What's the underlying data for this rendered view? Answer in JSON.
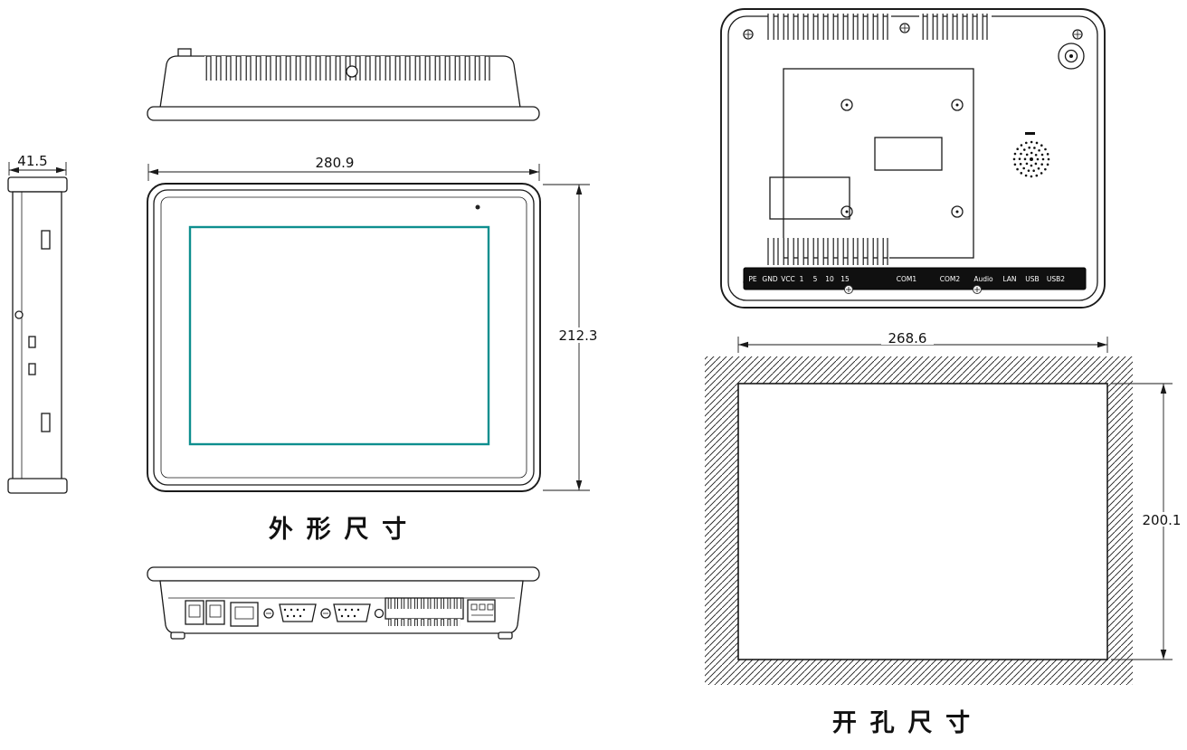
{
  "drawing": {
    "outline_label": "外 形 尺 寸",
    "cutout_label": "开 孔 尺 寸"
  },
  "dimensions": {
    "overall_width_mm": "280.9",
    "overall_height_mm": "212.3",
    "depth_mm": "41.5",
    "cutout_width_mm": "268.6",
    "cutout_height_mm": "200.1"
  },
  "rear_ports": {
    "labels": [
      "PE",
      "GND",
      "VCC",
      "1",
      "5",
      "10",
      "15",
      "COM1",
      "COM2",
      "Audio",
      "LAN",
      "USB",
      "USB2"
    ]
  },
  "colors": {
    "line": "#1a1a1a",
    "screen_border": "#0e8f8f",
    "connector_strip": "#101010",
    "background": "#ffffff"
  }
}
